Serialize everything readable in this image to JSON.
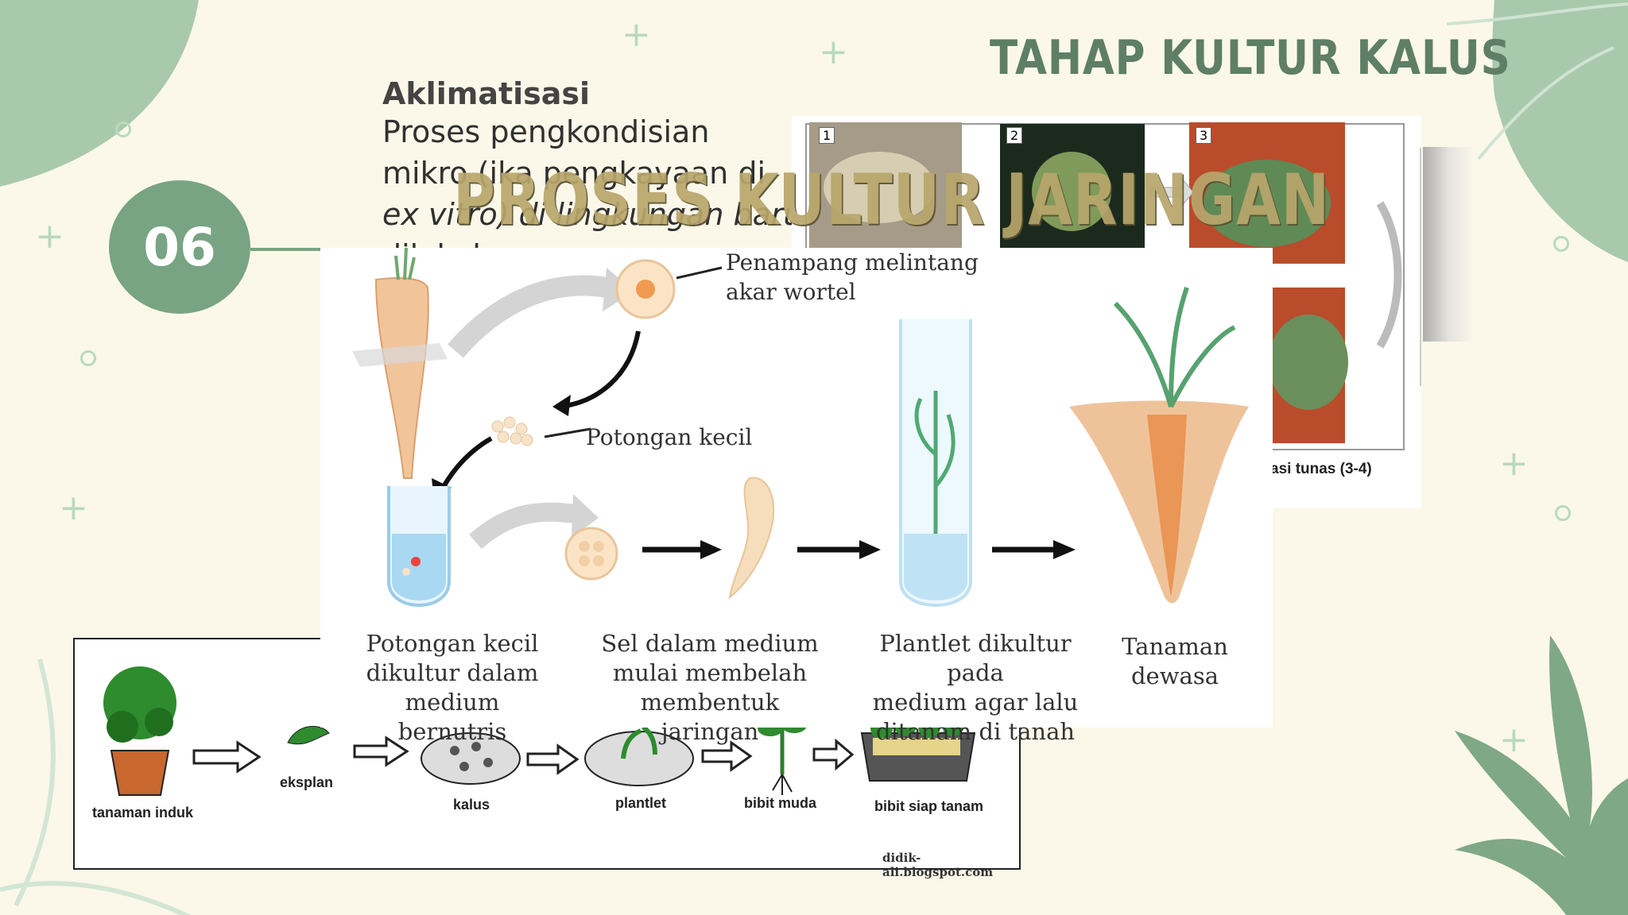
{
  "slide": {
    "title": "TAHAP KULTUR KALUS",
    "number": "06",
    "overlay_title": "PROSES KULTUR JARINGAN"
  },
  "text": {
    "heading": "Aklimatisasi",
    "line1": "Proses      pengkondisian",
    "line2": "mikro (ika pengkayaan di",
    "line3": "ex vitro) di lingkungan baru",
    "line4": "dilakukan..."
  },
  "photo_panel": {
    "labels": [
      "1",
      "2",
      "3"
    ],
    "caption": "asi tunas (3-4)"
  },
  "carrot_diagram": {
    "label_cross_section": "Penampang melintang akar wortel",
    "label_cross_section_l1": "Penampang melintang",
    "label_cross_section_l2": "akar wortel",
    "label_small_pieces": "Potongan kecil",
    "captions": [
      {
        "l1": "Potongan kecil",
        "l2": "dikultur dalam",
        "l3": "medium bernutris"
      },
      {
        "l1": "Sel dalam medium",
        "l2": "mulai membelah",
        "l3": "membentuk jaringan"
      },
      {
        "l1": "Plantlet dikultur pada",
        "l2": "medium agar lalu",
        "l3": "ditanam di tanah"
      },
      {
        "l1": "Tanaman",
        "l2": "dewasa",
        "l3": ""
      }
    ]
  },
  "process_strip": {
    "steps": [
      "tanaman induk",
      "eksplan",
      "kalus",
      "plantlet",
      "bibit muda",
      "bibit siap tanam"
    ],
    "source": "didik-ali.blogspot.com"
  },
  "colors": {
    "background": "#fbf8e9",
    "accent_green": "#78a483",
    "title_green": "#5e7f65",
    "decor_green": "#a9c9ad"
  }
}
